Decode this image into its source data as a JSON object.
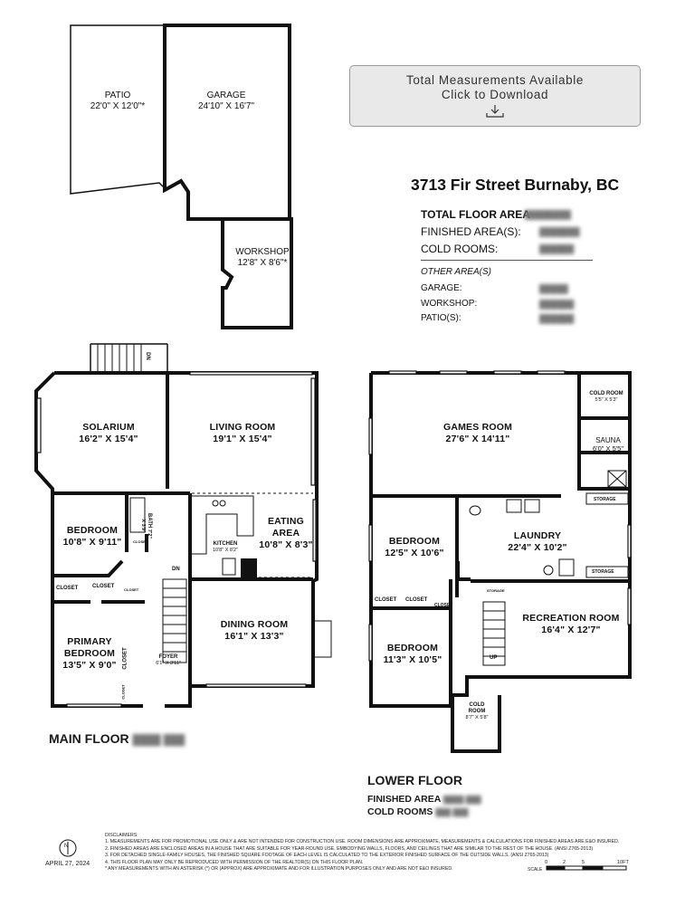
{
  "download": {
    "line1": "Total Measurements Available",
    "line2": "Click to Download",
    "icon": "download-icon"
  },
  "address": "3713 Fir Street Burnaby, BC",
  "areas": {
    "total_floor_area": "TOTAL FLOOR AREA",
    "finished_area": "FINISHED AREA(S):",
    "cold_rooms": "COLD ROOMS:",
    "other_area": "OTHER AREA(S)",
    "garage": "GARAGE:",
    "workshop": "WORKSHOP:",
    "patio": "PATIO(S):"
  },
  "rooms": {
    "patio": {
      "name": "PATIO",
      "dim": "22'0\" X 12'0\"*"
    },
    "garage": {
      "name": "GARAGE",
      "dim": "24'10\" X 16'7\""
    },
    "workshop": {
      "name": "WORKSHOP",
      "dim": "12'8\" X 8'6\"*"
    },
    "solarium": {
      "name": "SOLARIUM",
      "dim": "16'2\" X 15'4\""
    },
    "living_room": {
      "name": "LIVING ROOM",
      "dim": "19'1\" X 15'4\""
    },
    "bedroom_main": {
      "name": "BEDROOM",
      "dim": "10'8\" X 9'11\""
    },
    "bath": {
      "name": "BATH",
      "dim": "7'2\" X 3'9\""
    },
    "kitchen": {
      "name": "KITCHEN",
      "dim": "10'8\" X 8'2\""
    },
    "eating_area": {
      "name": "EATING",
      "name2": "AREA",
      "dim": "10'8\" X 8'3\""
    },
    "closet_1": "CLOSET",
    "closet_2": "CLOSET",
    "closet_small": "CLOSET",
    "closet_tiny": "CLOSET",
    "primary_bedroom": {
      "name": "PRIMARY",
      "name2": "BEDROOM",
      "dim": "13'5\" X 9'0\""
    },
    "closet_v": "CLOSET",
    "closet_v2": "CLOSET",
    "foyer": {
      "name": "FOYER",
      "dim": "6'1\" X 3'11\""
    },
    "dining_room": {
      "name": "DINING ROOM",
      "dim": "16'1\" X 13'3\""
    },
    "dn_top": "DN",
    "dn_main": "DN",
    "games_room": {
      "name": "GAMES ROOM",
      "dim": "27'6\" X 14'11\""
    },
    "cold_room_top": {
      "name": "COLD ROOM",
      "dim": "5'5\" X 5'3\""
    },
    "sauna": {
      "name": "SAUNA",
      "dim": "6'0\" X 5'5\""
    },
    "storage_1": "STORAGE",
    "bedroom_lower_1": {
      "name": "BEDROOM",
      "dim": "12'5\" X 10'6\""
    },
    "laundry": {
      "name": "LAUNDRY",
      "dim": "22'4\" X 10'2\""
    },
    "storage_2": "STORAGE",
    "storage_3": "STORAGE",
    "closet_l1": "CLOSET",
    "closet_l2": "CLOSET",
    "closet_l3": "CLOSET",
    "recreation_room": {
      "name": "RECREATION ROOM",
      "dim": "16'4\" X 12'7\""
    },
    "bedroom_lower_2": {
      "name": "BEDROOM",
      "dim": "11'3\" X 10'5\""
    },
    "up": "UP",
    "cold_room_bottom": {
      "name": "COLD",
      "name2": "ROOM",
      "dim": "8'7\" X 5'8\""
    }
  },
  "floors": {
    "main": "MAIN FLOOR",
    "lower": "LOWER FLOOR",
    "lower_finished": "FINISHED AREA",
    "lower_cold": "COLD ROOMS"
  },
  "disclaimers": {
    "title": "DISCLAIMERS:",
    "lines": [
      "1. MEASUREMENTS ARE FOR PROMOTIONAL USE ONLY & ARE NOT INTENDED FOR CONSTRUCTION USE. ROOM DIMENSIONS ARE APPROXIMATE, MEASUREMENTS & CALCULATIONS FOR FINISHED AREAS ARE E&O INSURED.",
      "2. FINISHED AREAS ARE ENCLOSED AREAS IN A HOUSE THAT ARE SUITABLE FOR YEAR-ROUND USE, EMBODYING WALLS, FLOORS, AND CEILINGS THAT ARE SIMILAR TO THE REST OF THE HOUSE. (ANSI Z765-2013)",
      "3. FOR DETACHED SINGLE-FAMILY HOUSES, THE FINISHED SQUARE FOOTAGE OF EACH LEVEL IS CALCULATED TO THE EXTERIOR FINISHED SURFACE OF THE OUTSIDE WALLS. (ANSI Z765-2013)",
      "4. THIS FLOOR PLAN MAY ONLY BE REPRODUCED WITH PERMISSION OF THE REALTOR(S) ON THIS FLOOR PLAN.",
      "* ANY MEASUREMENTS WITH AN ASTERISK (*) OR (APPROX) ARE APPROXIMATE AND FOR ILLUSTRATION PURPOSES ONLY AND ARE NOT E&O INSURED."
    ]
  },
  "date": "APRIL 27, 2024",
  "north": "N",
  "scale": {
    "label": "SCALE",
    "ticks": [
      "0",
      "2",
      "5",
      "10FT"
    ]
  }
}
